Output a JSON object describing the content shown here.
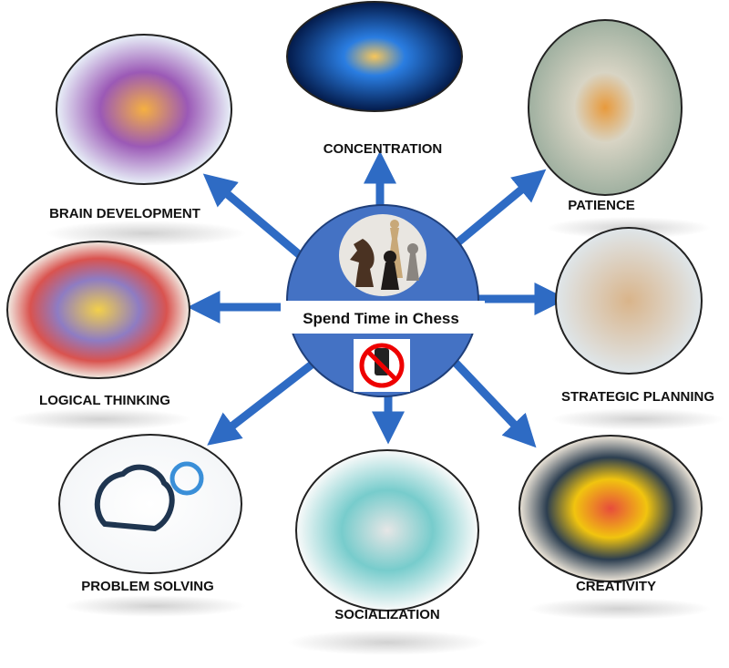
{
  "center": {
    "label": "Spend Time in Chess",
    "icons": [
      "chess-pieces-icon",
      "no-phone-icon"
    ]
  },
  "nodes": [
    {
      "label": "BRAIN DEVELOPMENT",
      "icon": "brain-icon"
    },
    {
      "label": "CONCENTRATION",
      "icon": "glowing-head-icon"
    },
    {
      "label": "PATIENCE",
      "icon": "hourglass-icon"
    },
    {
      "label": "LOGICAL THINKING",
      "icon": "puzzle-icon"
    },
    {
      "label": "STRATEGIC PLANNING",
      "icon": "blocks-icon"
    },
    {
      "label": "PROBLEM SOLVING",
      "icon": "brain-lightbulb-icon"
    },
    {
      "label": "SOCIALIZATION",
      "icon": "people-icon"
    },
    {
      "label": "CREATIVITY",
      "icon": "creative-head-icon"
    }
  ],
  "colors": {
    "center": "#4472C4",
    "arrow": "#2E6BC4",
    "band": "#FFFFFF"
  }
}
